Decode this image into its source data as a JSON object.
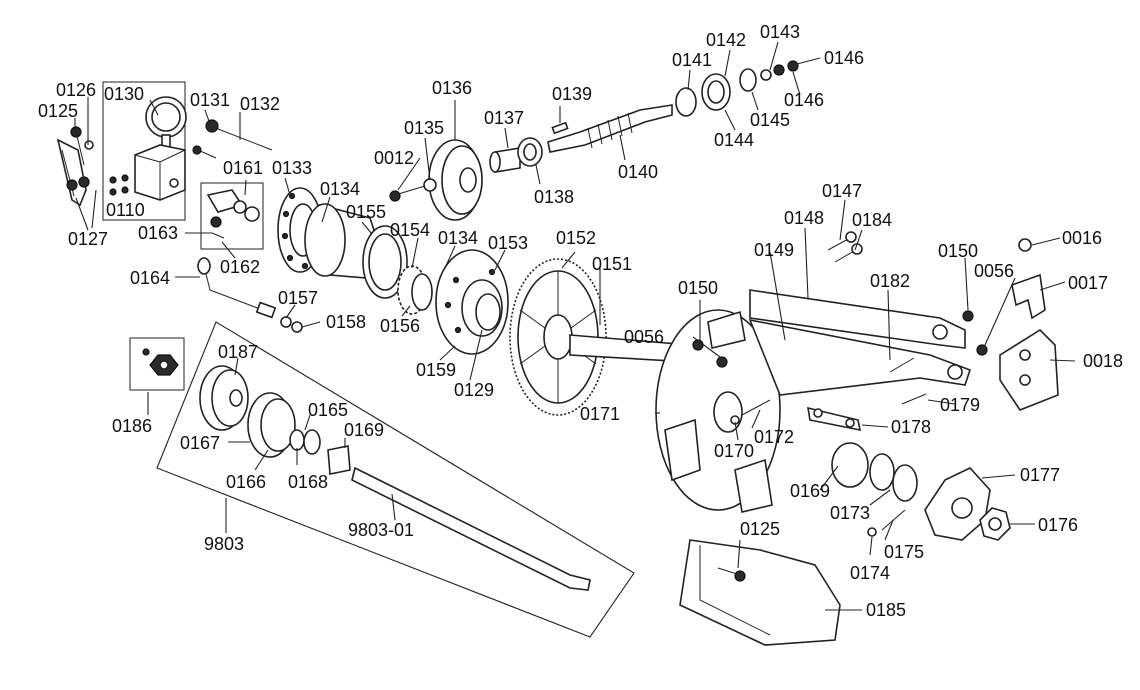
{
  "diagram": {
    "callouts": [
      {
        "id": "c0126",
        "text": "0126"
      },
      {
        "id": "c0125a",
        "text": "0125"
      },
      {
        "id": "c0130",
        "text": "0130"
      },
      {
        "id": "c0131",
        "text": "0131"
      },
      {
        "id": "c0132",
        "text": "0132"
      },
      {
        "id": "c0127",
        "text": "0127"
      },
      {
        "id": "c0110",
        "text": "0110"
      },
      {
        "id": "c0161",
        "text": "0161"
      },
      {
        "id": "c0133",
        "text": "0133"
      },
      {
        "id": "c0163",
        "text": "0163"
      },
      {
        "id": "c0162",
        "text": "0162"
      },
      {
        "id": "c0164",
        "text": "0164"
      },
      {
        "id": "c0157",
        "text": "0157"
      },
      {
        "id": "c0158",
        "text": "0158"
      },
      {
        "id": "c0134a",
        "text": "0134"
      },
      {
        "id": "c0155",
        "text": "0155"
      },
      {
        "id": "c0154",
        "text": "0154"
      },
      {
        "id": "c0134b",
        "text": "0134"
      },
      {
        "id": "c0153",
        "text": "0153"
      },
      {
        "id": "c0156",
        "text": "0156"
      },
      {
        "id": "c0159",
        "text": "0159"
      },
      {
        "id": "c0129",
        "text": "0129"
      },
      {
        "id": "c0136",
        "text": "0136"
      },
      {
        "id": "c0135",
        "text": "0135"
      },
      {
        "id": "c0012",
        "text": "0012"
      },
      {
        "id": "c0137",
        "text": "0137"
      },
      {
        "id": "c0138",
        "text": "0138"
      },
      {
        "id": "c0139",
        "text": "0139"
      },
      {
        "id": "c0140",
        "text": "0140"
      },
      {
        "id": "c0141",
        "text": "0141"
      },
      {
        "id": "c0142",
        "text": "0142"
      },
      {
        "id": "c0143",
        "text": "0143"
      },
      {
        "id": "c0146a",
        "text": "0146"
      },
      {
        "id": "c0146b",
        "text": "0146"
      },
      {
        "id": "c0145",
        "text": "0145"
      },
      {
        "id": "c0144",
        "text": "0144"
      },
      {
        "id": "c0152",
        "text": "0152"
      },
      {
        "id": "c0151",
        "text": "0151"
      },
      {
        "id": "c0150a",
        "text": "0150"
      },
      {
        "id": "c0056a",
        "text": "0056"
      },
      {
        "id": "c0171",
        "text": "0171"
      },
      {
        "id": "c0172",
        "text": "0172"
      },
      {
        "id": "c0170",
        "text": "0170"
      },
      {
        "id": "c0147",
        "text": "0147"
      },
      {
        "id": "c0184",
        "text": "0184"
      },
      {
        "id": "c0148",
        "text": "0148"
      },
      {
        "id": "c0149",
        "text": "0149"
      },
      {
        "id": "c0182",
        "text": "0182"
      },
      {
        "id": "c0150b",
        "text": "0150"
      },
      {
        "id": "c0056b",
        "text": "0056"
      },
      {
        "id": "c0016",
        "text": "0016"
      },
      {
        "id": "c0017",
        "text": "0017"
      },
      {
        "id": "c0018",
        "text": "0018"
      },
      {
        "id": "c0179",
        "text": "0179"
      },
      {
        "id": "c0178",
        "text": "0178"
      },
      {
        "id": "c0169b",
        "text": "0169"
      },
      {
        "id": "c0173",
        "text": "0173"
      },
      {
        "id": "c0177",
        "text": "0177"
      },
      {
        "id": "c0176",
        "text": "0176"
      },
      {
        "id": "c0175",
        "text": "0175"
      },
      {
        "id": "c0174",
        "text": "0174"
      },
      {
        "id": "c0125b",
        "text": "0125"
      },
      {
        "id": "c0185",
        "text": "0185"
      },
      {
        "id": "c0186",
        "text": "0186"
      },
      {
        "id": "c0187",
        "text": "0187"
      },
      {
        "id": "c0167",
        "text": "0167"
      },
      {
        "id": "c0165",
        "text": "0165"
      },
      {
        "id": "c0169a",
        "text": "0169"
      },
      {
        "id": "c0166",
        "text": "0166"
      },
      {
        "id": "c0168",
        "text": "0168"
      },
      {
        "id": "c9803",
        "text": "9803"
      },
      {
        "id": "c980301",
        "text": "9803-01"
      }
    ]
  }
}
